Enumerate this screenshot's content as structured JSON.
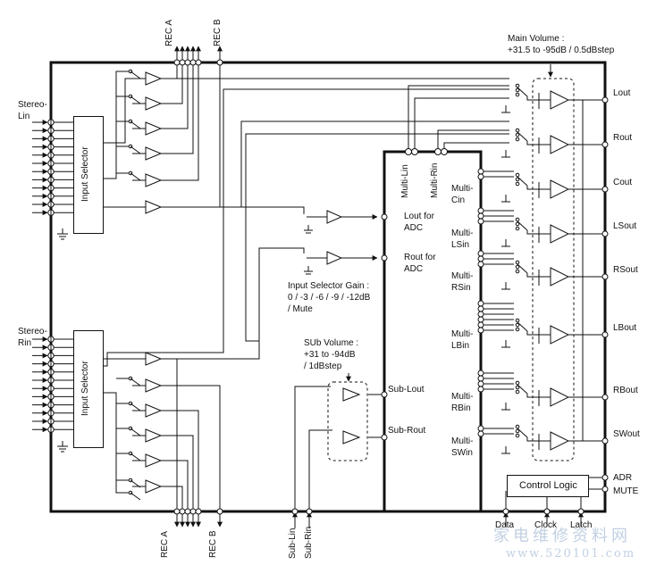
{
  "blocks": {
    "input_selector_upper": "Input Selector",
    "input_selector_lower": "Input Selector",
    "control_logic": "Control Logic"
  },
  "pins": {
    "stereo_lin": {
      "line1": "Stereo-",
      "line2": "Lin"
    },
    "stereo_rin": {
      "line1": "Stereo-",
      "line2": "Rin"
    },
    "rec_a_top": "REC A",
    "rec_b_top": "REC B",
    "rec_a_bottom": "REC A",
    "rec_b_bottom": "REC B",
    "sub_lin": "Sub-Lin",
    "sub_rin": "Sub-Rin",
    "multi_lin": "Multi-Lin",
    "multi_rin": "Multi-Rin",
    "lout_adc": {
      "line1": "Lout  for",
      "line2": "ADC"
    },
    "rout_adc": {
      "line1": "Rout  for",
      "line2": "ADC"
    },
    "sub_lout": "Sub-Lout",
    "sub_rout": "Sub-Rout",
    "multi_cin": {
      "line1": "Multi-",
      "line2": "Cin"
    },
    "multi_lsin": {
      "line1": "Multi-",
      "line2": "LSin"
    },
    "multi_rsin": {
      "line1": "Multi-",
      "line2": "RSin"
    },
    "multi_lbin": {
      "line1": "Multi-",
      "line2": "LBin"
    },
    "multi_rbin": {
      "line1": "Multi-",
      "line2": "RBin"
    },
    "multi_swin": {
      "line1": "Multi-",
      "line2": "SWin"
    },
    "outputs": [
      "Lout",
      "Rout",
      "Cout",
      "LSout",
      "RSout",
      "LBout",
      "RBout",
      "SWout"
    ],
    "adr": "ADR",
    "mute": "MUTE",
    "data": "Data",
    "clock": "Clock",
    "latch": "Latch"
  },
  "notes": {
    "main_volume": {
      "line1": "Main Volume :",
      "line2": "+31.5 to -95dB / 0.5dBstep"
    },
    "input_gain": {
      "line1": "Input Selector Gain :",
      "line2": "0 / -3 / -6 / -9 / -12dB",
      "line3": "/ Mute"
    },
    "sub_volume": {
      "line1": "SUb Volume :",
      "line2": "+31 to -94dB",
      "line3": "/ 1dBstep"
    }
  },
  "watermark": {
    "line1": "家电维修资料网",
    "line2": "www.520101.com"
  }
}
